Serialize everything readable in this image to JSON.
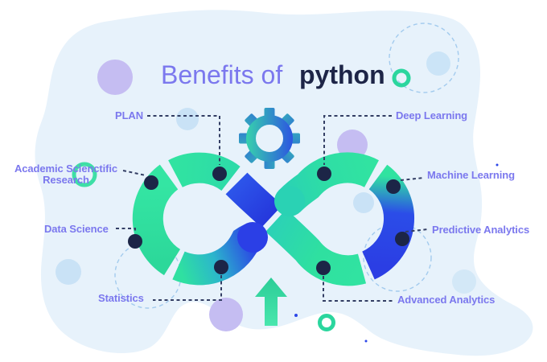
{
  "title": {
    "prefix": "Benefits of",
    "highlight": "python"
  },
  "labels": {
    "plan": "PLAN",
    "deep_learning": "Deep Learning",
    "academic_line1": "Academic Scienctific",
    "academic_line2": "Research",
    "machine_learning": "Machine Learning",
    "data_science": "Data Science",
    "predictive_analytics": "Predictive Analytics",
    "statistics": "Statistics",
    "advanced_analytics": "Advanced Analytics"
  },
  "icons": {
    "gear": "gear-icon",
    "up_arrow": "up-arrow-icon",
    "infinity_loop": "infinity-loop",
    "connector_dot": "connector-dot",
    "green_ring": "green-ring-icon"
  },
  "colors": {
    "background_blob": "#E7F2FB",
    "label_purple": "#7B78EE",
    "title_navy": "#1D2547",
    "dot_navy": "#1C2547",
    "connector_navy": "#333E64",
    "green": "#31E3A1",
    "teal": "#2BD5B0",
    "blue": "#2B43E8",
    "deep_blue": "#2537DC",
    "lavender_circle": "#C5BDF2",
    "light_blue_circle": "#C9E2F6",
    "dashed_circle": "#A3CBEE",
    "arrow_green": "#2FCF9B"
  }
}
